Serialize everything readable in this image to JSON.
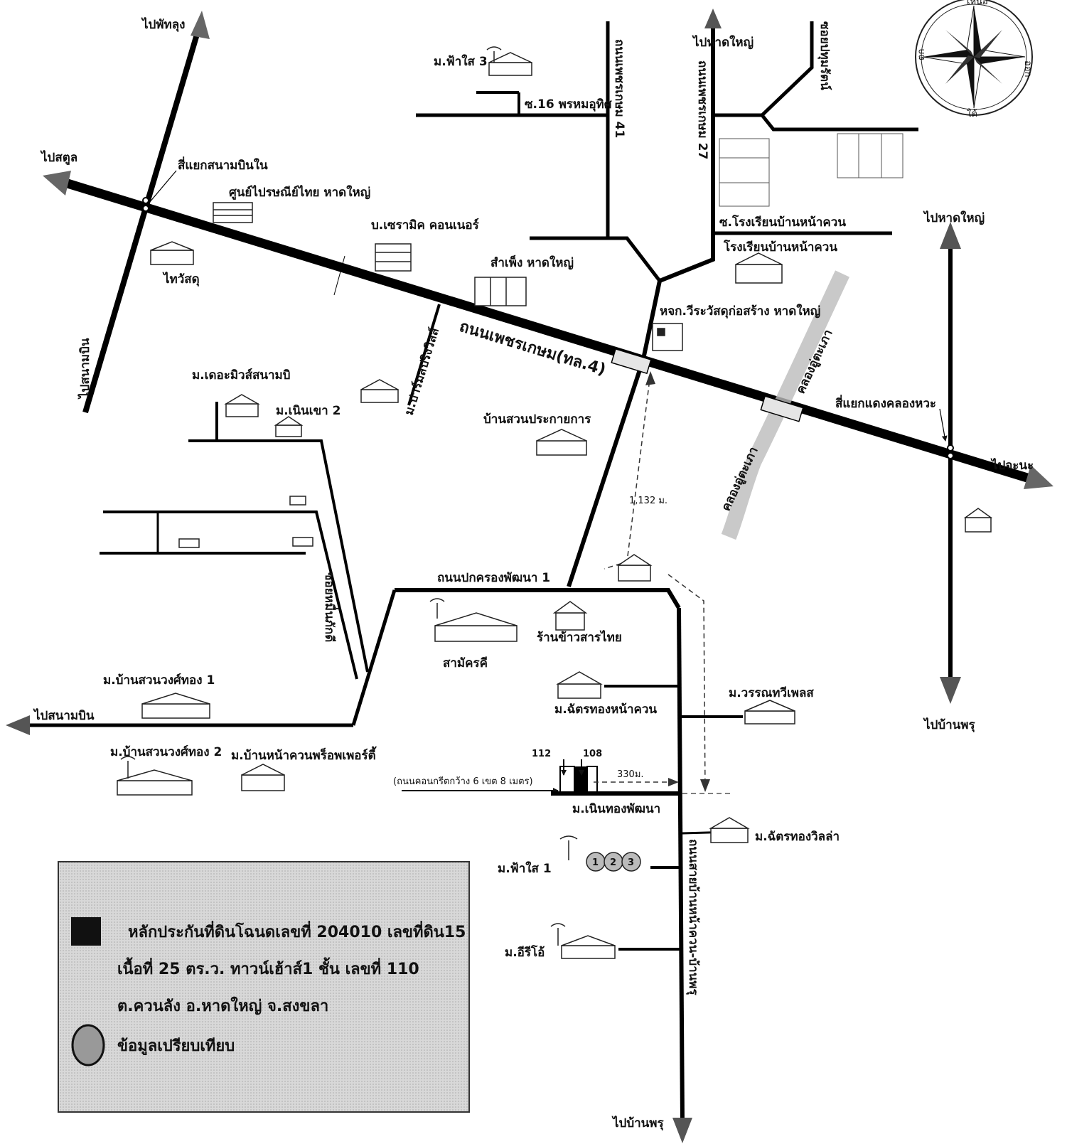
{
  "compass": {
    "north": "เหนือ",
    "south": "ใต้",
    "east": "ออก",
    "west": "ตก"
  },
  "directions": {
    "to_phatthalung": "ไปพัทลุง",
    "to_satun": "ไปสตูล",
    "to_airport_left": "ไปสนามบิน",
    "to_airport_bottom": "ไปสนามบิน",
    "to_hatyai_top": "ไปหาดใหญ่",
    "to_hatyai_right": "ไปหาดใหญ่",
    "to_chana": "ไปจะนะ",
    "to_banphru_right": "ไปบ้านพรุ",
    "to_banphru_bottom": "ไปบ้านพรุ"
  },
  "roads": {
    "phetkasem": "ถนนเพชรเกษม(ทล.4)",
    "pokkrong": "ถนนปกครองพัฒนา 1",
    "khaonakwan_banphru": "ถนนสายบ้านหน้าควน-บ้านพรุ",
    "soi16": "ซ.16 พรหมอุทิศ",
    "soi41": "ถนนเพชรเกษม 41",
    "soi27": "ถนนเพชรเกษม 27",
    "soi_school": "ซ.โรงเรียนบ้านหน้าควน",
    "soi_phumpam": "ซอยหมื่นภักดี",
    "soi_right": "ซอยปทุมรัตน์",
    "concrete": "(ถนนคอนกรีตกว้าง 6 เขต 8 เมตร)",
    "canal1": "คลองอู่ตะเภา",
    "canal2": "คลองอู่ตะเภา"
  },
  "places": {
    "intersection_airport": "สี่แยกสนามบินใน",
    "post_office": "ศูนย์ไปรษณีย์ไทย หาดใหญ่",
    "tiwasadu": "ไทวัสดุ",
    "ceramic": "บ.เซรามิค คอนเนอร์",
    "sampheng": "สำเพ็ง หาดใหญ่",
    "wiraw": "หจก.วีระวัสดุก่อสร้าง หาดใหญ่",
    "school": "โรงเรียนบ้านหน้าควน",
    "farsai3": "ม.ฟ้าใส 3",
    "parm": "ม.ปาร์มสปริงวิลล์",
    "theamews": "ม.เดอะมิวส์สนามบิ",
    "noenkhao2": "ม.เนินเขา 2",
    "suanprakai": "บ้านสวนประกายการ",
    "khlonghae_intersection": "สี่แยกแดงคลองหวะ",
    "rice_shop": "ร้านข้าวสารไทย",
    "samakkhi": "สามัครคี",
    "suanwong1": "ม.บ้านสวนวงศ์ทอง 1",
    "suanwong2": "ม.บ้านสวนวงศ์ทอง 2",
    "nakwan_property": "ม.บ้านหน้าควนพร็อพเพอร์ตี้",
    "chattong_nakwan": "ม.ฉัตรทองหน้าควน",
    "wanthawee": "ม.วรรณทวีเพลส",
    "noenthong": "ม.เนินทองพัฒนา",
    "chattong_villa": "ม.ฉัตรทองวิลล่า",
    "farsai1": "ม.ฟ้าใส 1",
    "irio": "ม.อีรีโอ้"
  },
  "measures": {
    "dist1": "1,132 ม.",
    "dist2": "330ม.",
    "plot_left": "112",
    "plot_right": "108"
  },
  "legend": {
    "line1": "หลักประกันที่ดินโฉนดเลขที่  204010 เลขที่ดิน15",
    "line2": "เนื้อที่ 25 ตร.ว. ทาวน์เฮ้าส์1 ชั้น เลขที่ 110",
    "line3": "ต.ควนลัง อ.หาดใหญ่ จ.สงขลา",
    "line4": "ข้อมูลเปรียบเทียบ"
  },
  "comparables": [
    "1",
    "2",
    "3"
  ]
}
